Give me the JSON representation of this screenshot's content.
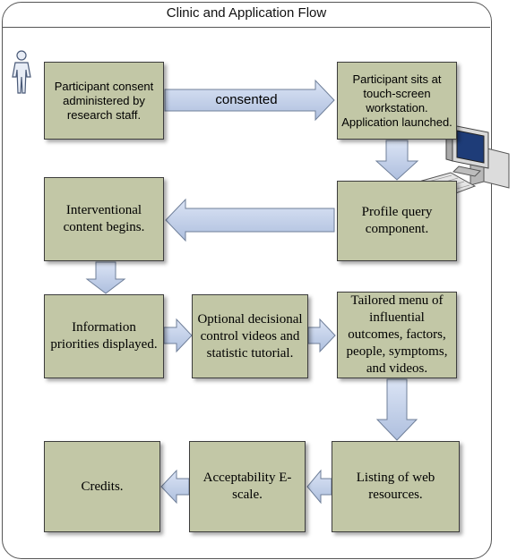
{
  "title": "Clinic and Application Flow",
  "edge_label": "consented",
  "nodes": {
    "consent": "Participant consent administered by research staff.",
    "workstation": "Participant sits at touch-screen workstation. Application launched.",
    "interventional": "Interventional content begins.",
    "profile": "Profile query component.",
    "priorities": "Information priorities displayed.",
    "optional": "Optional decisional control videos and statistic tutorial.",
    "tailored": "Tailored menu of influential outcomes, factors, people, symptoms, and videos.",
    "credits": "Credits.",
    "acceptability": "Acceptability E-scale.",
    "listing": "Listing of web resources."
  },
  "colors": {
    "box_fill": "#c2c7a6",
    "arrow_fill": "#bccbe6",
    "arrow_stroke": "#6f7f99"
  },
  "icons": [
    "person-icon",
    "computer-workstation-icon"
  ]
}
